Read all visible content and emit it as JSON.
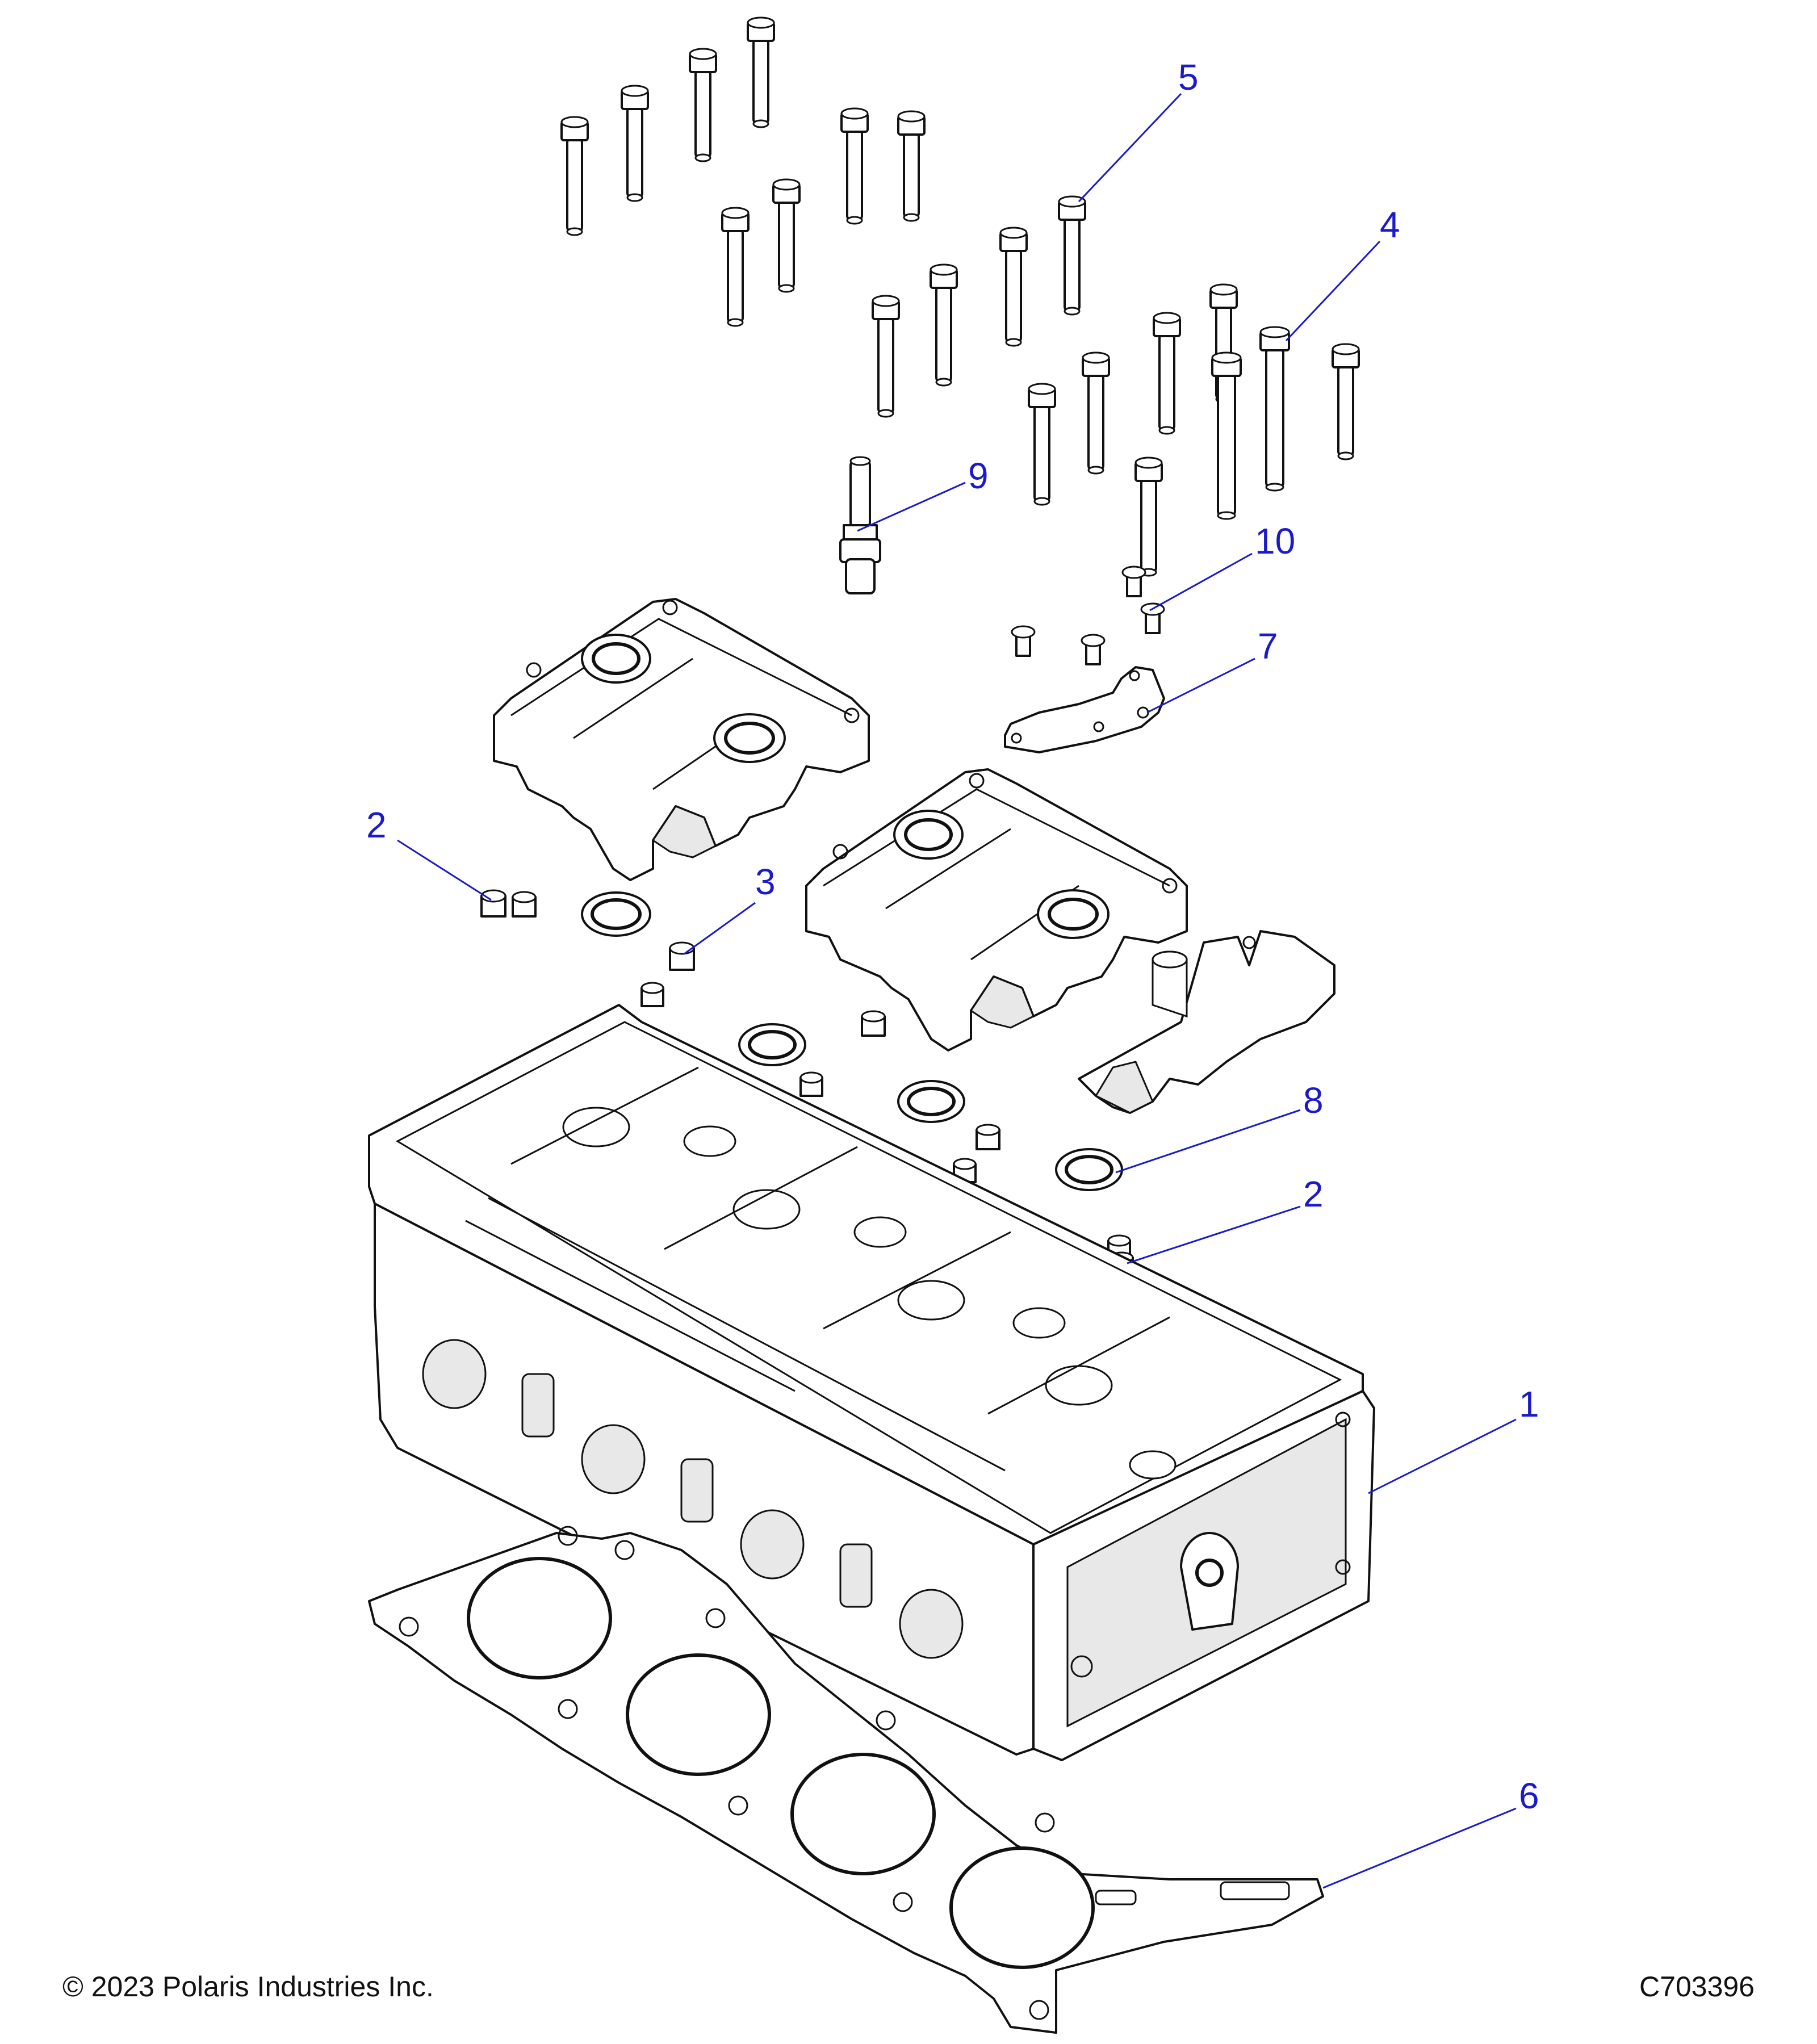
{
  "callouts": {
    "c1": "1",
    "c2a": "2",
    "c2b": "2",
    "c3": "3",
    "c4": "4",
    "c5": "5",
    "c6": "6",
    "c7": "7",
    "c8": "8",
    "c9": "9",
    "c10": "10"
  },
  "footer": {
    "copyright": "© 2023 Polaris Industries Inc.",
    "figure_id": "C703396"
  },
  "colors": {
    "callout": "#1a1acc",
    "line_art": "#111111"
  }
}
